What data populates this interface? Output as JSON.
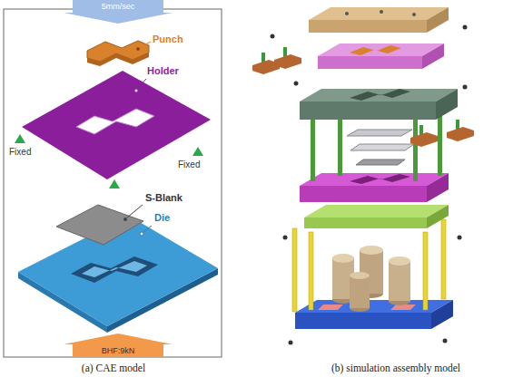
{
  "diagram": {
    "nodes": [
      {
        "text": [
          "5mm/sec"
        ]
      },
      {
        "text": [
          "BHF:9kN"
        ]
      }
    ],
    "labels": [
      "Punch",
      "Holder",
      "Fixed",
      "Fixed",
      "S-Blank",
      "Die",
      "(a) CAE model",
      "(b) simulation assembly model"
    ]
  }
}
